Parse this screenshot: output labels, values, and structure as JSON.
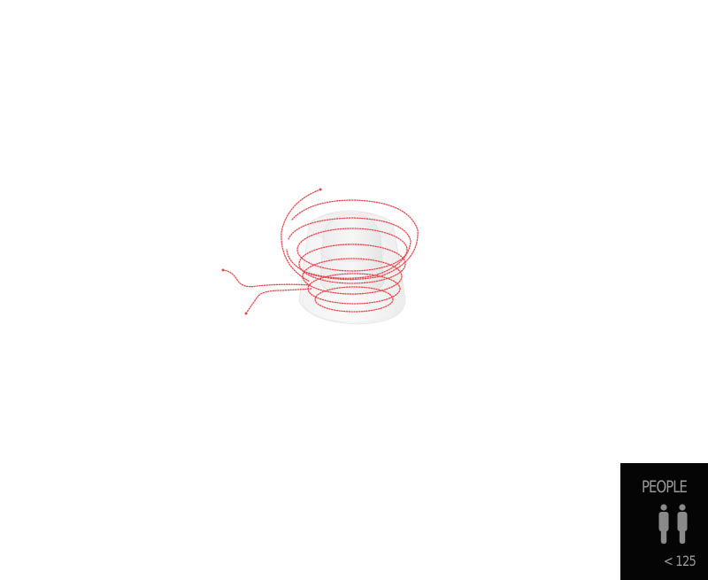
{
  "diagram": {
    "subject": "spiral-circulation-path-around-building",
    "path_color": "#e8454a",
    "building_color": "#e6e6e6"
  },
  "legend": {
    "title": "PEOPLE",
    "icon": "two-people-icon",
    "value": "< 125",
    "background": "#050505",
    "text_color": "#9a9a9a"
  }
}
